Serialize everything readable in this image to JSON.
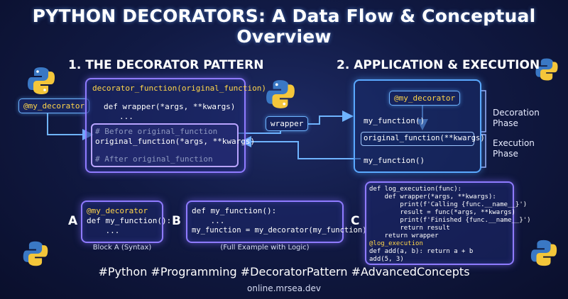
{
  "title": "PYTHON DECORATORS: A Data Flow & Conceptual Overview",
  "section1": "1. THE DECORATOR PATTERN",
  "section2": "2. APPLICATION & EXECUTION",
  "left_tag": "@my_decorator",
  "wrapper_tag": "wrapper",
  "pattern": {
    "header": "decorator_function(original_function)",
    "def_wrapper": "def wrapper(*args, **kwargs)",
    "dots": "...",
    "before": "# Before original_function",
    "call": "original_function(*args, **kwargs)",
    "after": "# After original_function"
  },
  "app": {
    "decorator": "@my_decorator",
    "fn1": "my_function()",
    "orig": "original_function(**kwargs)",
    "fn2": "my_function()",
    "phase1": "Decoration Phase",
    "phase1a": "Decoration",
    "phase1b": "Phase",
    "phase2a": "Execution",
    "phase2b": "Phase"
  },
  "blockA": {
    "letter": "A",
    "l1": "@my_decorator",
    "l2": "def my_function():",
    "l3": "    ...",
    "caption": "Block A (Syntax)"
  },
  "blockB": {
    "letter": "B",
    "l1": "def my_function():",
    "l2": "    ...",
    "l3": "my_function = my_decorator(my_function)",
    "caption": "(Full Example with Logic)"
  },
  "blockC": {
    "letter": "C",
    "lines": [
      "def log_execution(func):",
      "    def wrapper(*args, **kwargs):",
      "        print(f'Calling {func.__name__}')",
      "        result = func(*args, **kwargs)",
      "        print(f'Finished {func.__name__}')",
      "        return result",
      "    return wrapper",
      "@log_execution",
      "def add(a, b): return a + b",
      "add(5, 3)"
    ]
  },
  "hashtags": "#Python #Programming #DecoratorPattern #AdvancedConcepts",
  "site": "online.mrsea.dev"
}
